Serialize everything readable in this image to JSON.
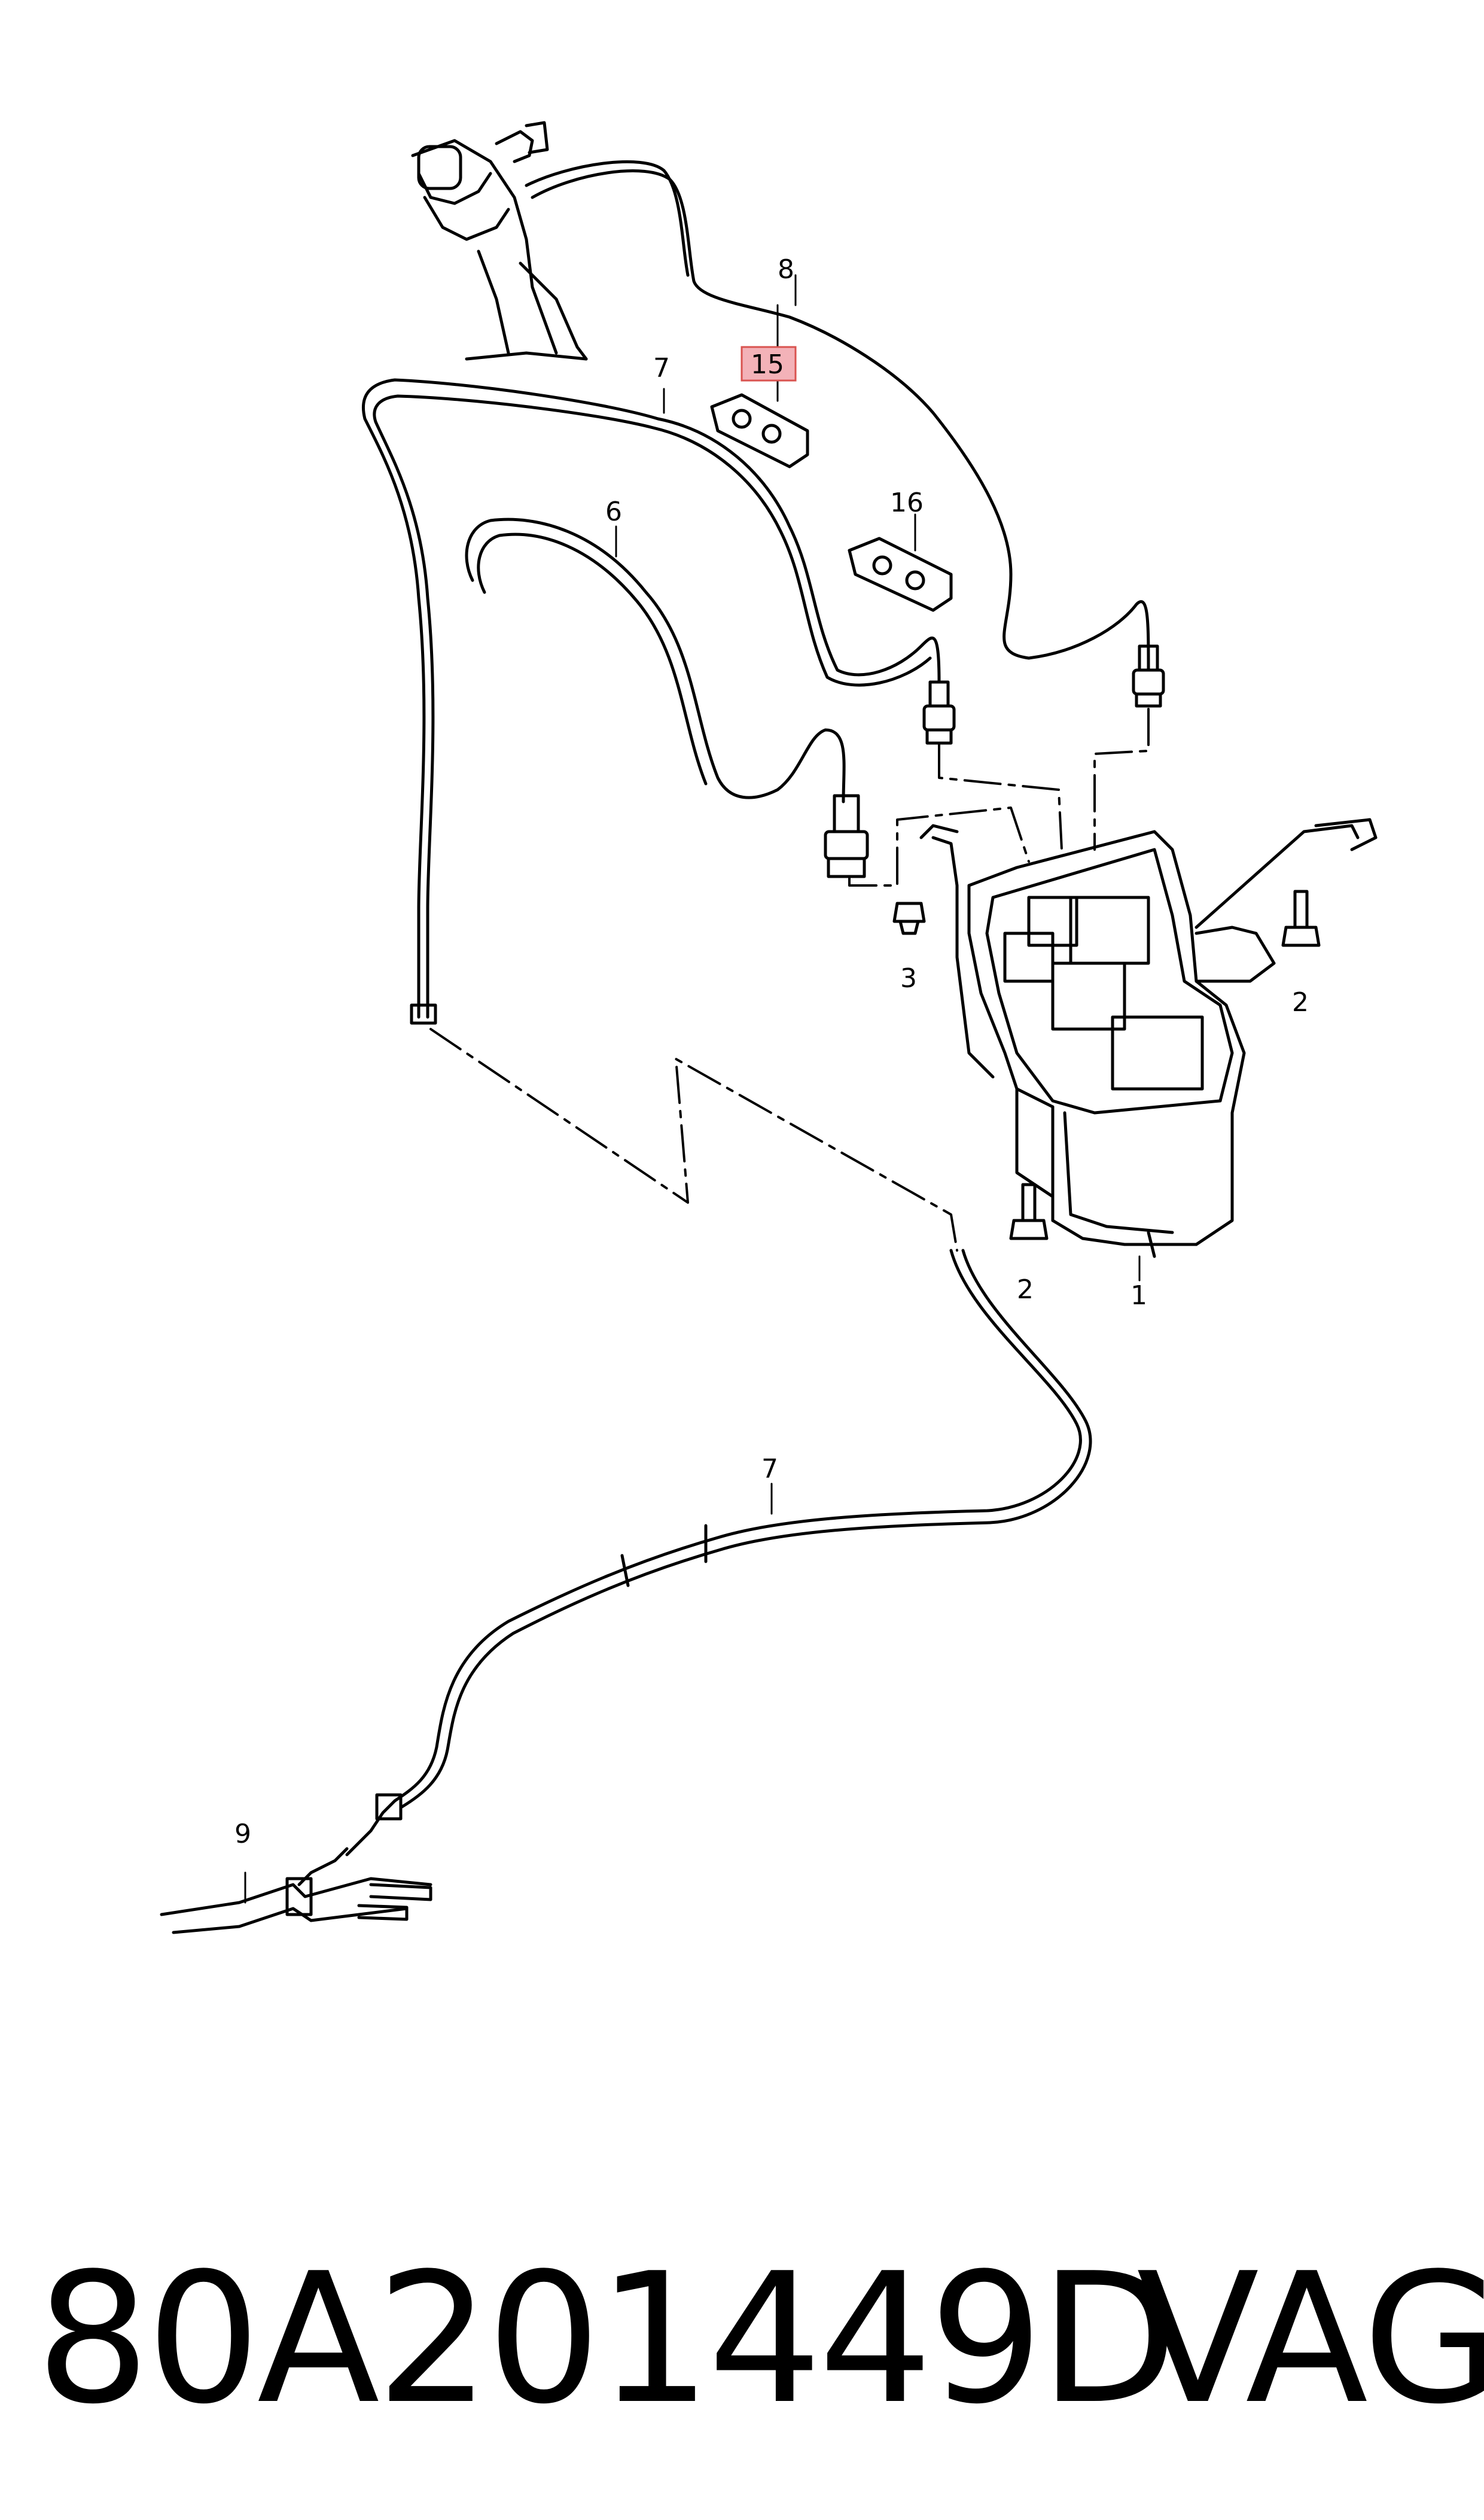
{
  "diagram": {
    "callouts": [
      "1",
      "2",
      "2",
      "3",
      "6",
      "7",
      "7",
      "8",
      "9",
      "15",
      "16"
    ],
    "highlighted_callout": "15",
    "highlight_color": "#f3b2b8",
    "line_color": "#000000"
  },
  "footer": {
    "part_number": "80A201449D",
    "brand": "VAG"
  }
}
